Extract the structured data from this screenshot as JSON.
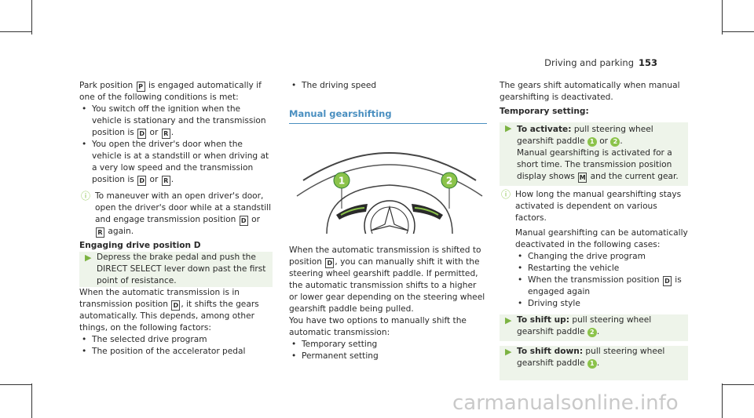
{
  "header": {
    "title": "Driving and parking",
    "page": "153"
  },
  "col1": {
    "p1a": "Park position ",
    "p1b": " is engaged automatically if one of the following conditions is met:",
    "b1a": "You switch off the ignition when the vehicle is stationary and the transmission position is ",
    "b1or": " or ",
    "b2a": "You open the driver's door when the vehicle is at a standstill or when driving at a very low speed and the transmission position is ",
    "b2or": " or ",
    "note": "To maneuver with an open driver's door, open the driver's door while at a standstill and engage transmission position ",
    "note_or": " or ",
    "note_end": " again.",
    "heading": "Engaging drive position D",
    "step": "Depress the brake pedal and push the DIRECT SELECT lever down past the first point of resistance.",
    "p2a": "When the automatic transmission is in transmission position ",
    "p2b": ", it shifts the gears automatically. This depends, among other things, on the following factors:",
    "factors": [
      "The selected drive program",
      "The position of the accelerator pedal"
    ]
  },
  "col2": {
    "bullet_top": "The driving speed",
    "section": "Manual gearshifting",
    "figure_labels": [
      "1",
      "2"
    ],
    "p1a": "When the automatic transmission is shifted to position ",
    "p1b": ", you can manually shift it with the steering wheel gearshift paddle. If permitted, the automatic transmission shifts to a higher or lower gear depending on the steering wheel gearshift paddle being pulled.",
    "p2": "You have two options to manually shift the automatic transmission:",
    "options": [
      "Temporary setting",
      "Permanent setting"
    ]
  },
  "col3": {
    "p1": "The gears shift automatically when manual gearshifting is deactivated.",
    "heading": "Temporary setting:",
    "s1_lead": "To activate:",
    "s1a": " pull steering wheel gearshift paddle ",
    "s1_or": " or ",
    "s1b": ".",
    "s1c": "Manual gearshifting is activated for a short time. The transmission position display shows ",
    "s1d": " and the current gear.",
    "note1": "How long the manual gearshifting stays activated is dependent on various factors.",
    "note2": "Manual gearshifting can be automatically deactivated in the following cases:",
    "cases": [
      "Changing the drive program",
      "Restarting the vehicle",
      "When the transmission position ",
      "Driving style"
    ],
    "case3_end": " is engaged again",
    "s2_lead": "To shift up:",
    "s2a": " pull steering wheel gearshift paddle ",
    "s3_lead": "To shift down:",
    "s3a": " pull steering wheel gearshift paddle ",
    "end": "."
  },
  "keys": {
    "P": "P",
    "D": "D",
    "R": "R",
    "M": "M"
  },
  "circles": {
    "one": "1",
    "two": "2"
  },
  "watermark": "carmanualsonline.info",
  "colors": {
    "accent": "#4a8fc0",
    "step_bg": "#eef4ea",
    "marker": "#8bc34a"
  }
}
